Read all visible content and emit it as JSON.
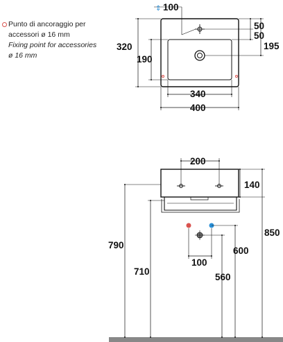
{
  "legend": {
    "line1": "Punto di ancoraggio per",
    "line2": "accessori ø 16 mm",
    "line3": "Fixing point for accessories",
    "line4": "ø 16 mm",
    "bullet_color": "#d9534f"
  },
  "top_view": {
    "faucet_hole": "100",
    "depth_total": "320",
    "depth_inner": "190",
    "hole_offset_1": "50",
    "hole_offset_2": "50",
    "drain_offset": "195",
    "inner_width": "340",
    "total_width": "400",
    "accent_color": "#2a8fd6"
  },
  "side_view": {
    "fixing_distance": "200",
    "basin_height": "140",
    "total_height": "850",
    "rim_height": "790",
    "bar_height": "710",
    "supply_height": "600",
    "drain_height": "560",
    "supply_spacing": "100",
    "hot_color": "#d9534f",
    "cold_color": "#2a8fd6"
  }
}
